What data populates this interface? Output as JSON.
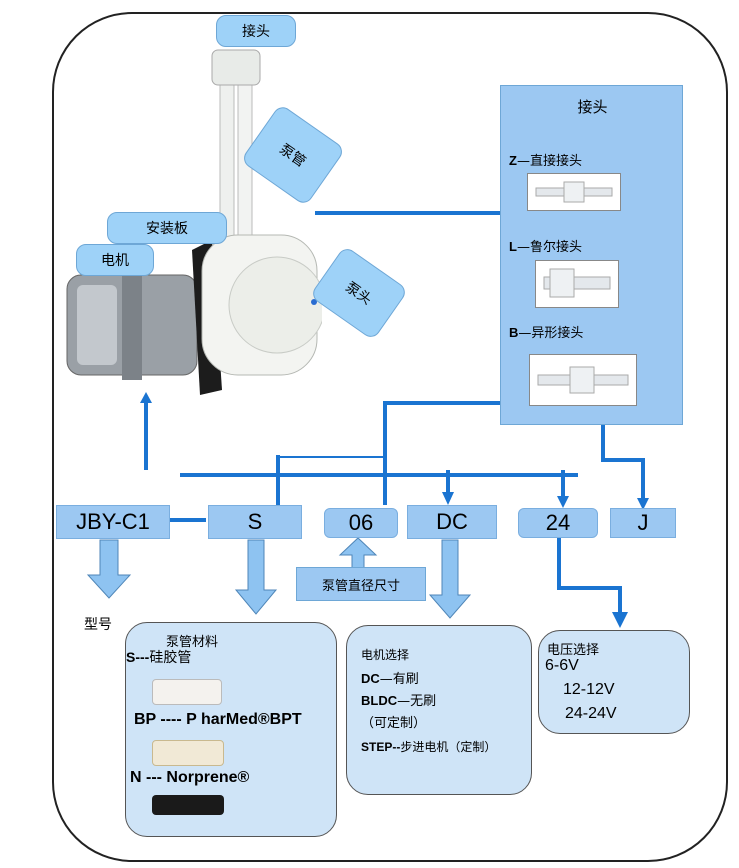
{
  "callouts": {
    "connector": "接头",
    "pump_tube": "泵管",
    "mount_plate": "安装板",
    "motor": "电机",
    "pump_head": "泵头"
  },
  "connector_panel": {
    "title": "接头",
    "items": [
      {
        "code": "Z",
        "label": "—直接接头"
      },
      {
        "code": "L",
        "label": "—鲁尔接头"
      },
      {
        "code": "B",
        "label": "—异形接头"
      }
    ]
  },
  "model_codes": {
    "model": "JBY-C1",
    "tube_material": "S",
    "tube_diameter": "06",
    "motor": "DC",
    "voltage": "24",
    "connector": "J"
  },
  "labels": {
    "model_caption": "型号",
    "tube_diameter_caption": "泵管直径尺寸"
  },
  "tube_material_panel": {
    "title": "泵管材料",
    "items": [
      {
        "text": "S---",
        "desc": "硅胶管"
      },
      {
        "text": "BP ---- P harMed®BPT"
      },
      {
        "text": "N --- Norprene®"
      }
    ]
  },
  "motor_panel": {
    "title": "电机选择",
    "items": [
      {
        "code": "DC",
        "desc": "—有刷"
      },
      {
        "code": "BLDC",
        "desc": "—无刷"
      },
      {
        "code": "",
        "desc": "（可定制）"
      },
      {
        "code": "STEP--",
        "desc": "步进电机（定制）"
      }
    ]
  },
  "voltage_panel": {
    "title": "电压选择",
    "items": [
      "6-6V",
      "12-12V",
      "24-24V"
    ]
  },
  "colors": {
    "line_blue": "#1a74d1",
    "box_blue": "#9cc8f2",
    "panel_blue": "#cfe4f7",
    "arrow_fill": "#8ec3f1"
  }
}
